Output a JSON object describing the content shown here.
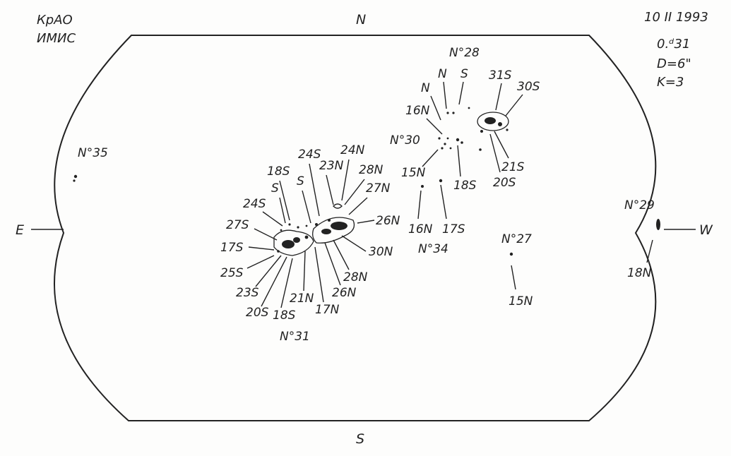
{
  "header": {
    "observatory_line1": "КрАО",
    "observatory_line2": "ИМИС",
    "date": "10 II 1993",
    "time": "0.ᵈ31",
    "diameter": "D=6\"",
    "k_value": "K=3"
  },
  "directions": {
    "north": "N",
    "south": "S",
    "east": "E",
    "west": "W"
  },
  "regions": {
    "r28": {
      "name": "N°28",
      "labels": [
        "N",
        "N",
        "S",
        "31S",
        "30S",
        "16N",
        "21S",
        "20S"
      ]
    },
    "r30": {
      "name": "N°30",
      "labels": [
        "15N",
        "18S"
      ]
    },
    "r34": {
      "name": "N°34",
      "labels": [
        "16N",
        "17S"
      ]
    },
    "r27": {
      "name": "N°27",
      "labels": [
        "15N"
      ]
    },
    "r29": {
      "name": "N°29",
      "labels": [
        "18N"
      ]
    },
    "r35": {
      "name": "N°35"
    },
    "r31": {
      "name": "N°31",
      "labels": [
        "24S",
        "24N",
        "23N",
        "18S",
        "S",
        "S",
        "28N",
        "27N",
        "24S",
        "26N",
        "27S",
        "17S",
        "30N",
        "25S",
        "28N",
        "23S",
        "21N",
        "26N",
        "20S",
        "18S",
        "17N"
      ]
    }
  }
}
